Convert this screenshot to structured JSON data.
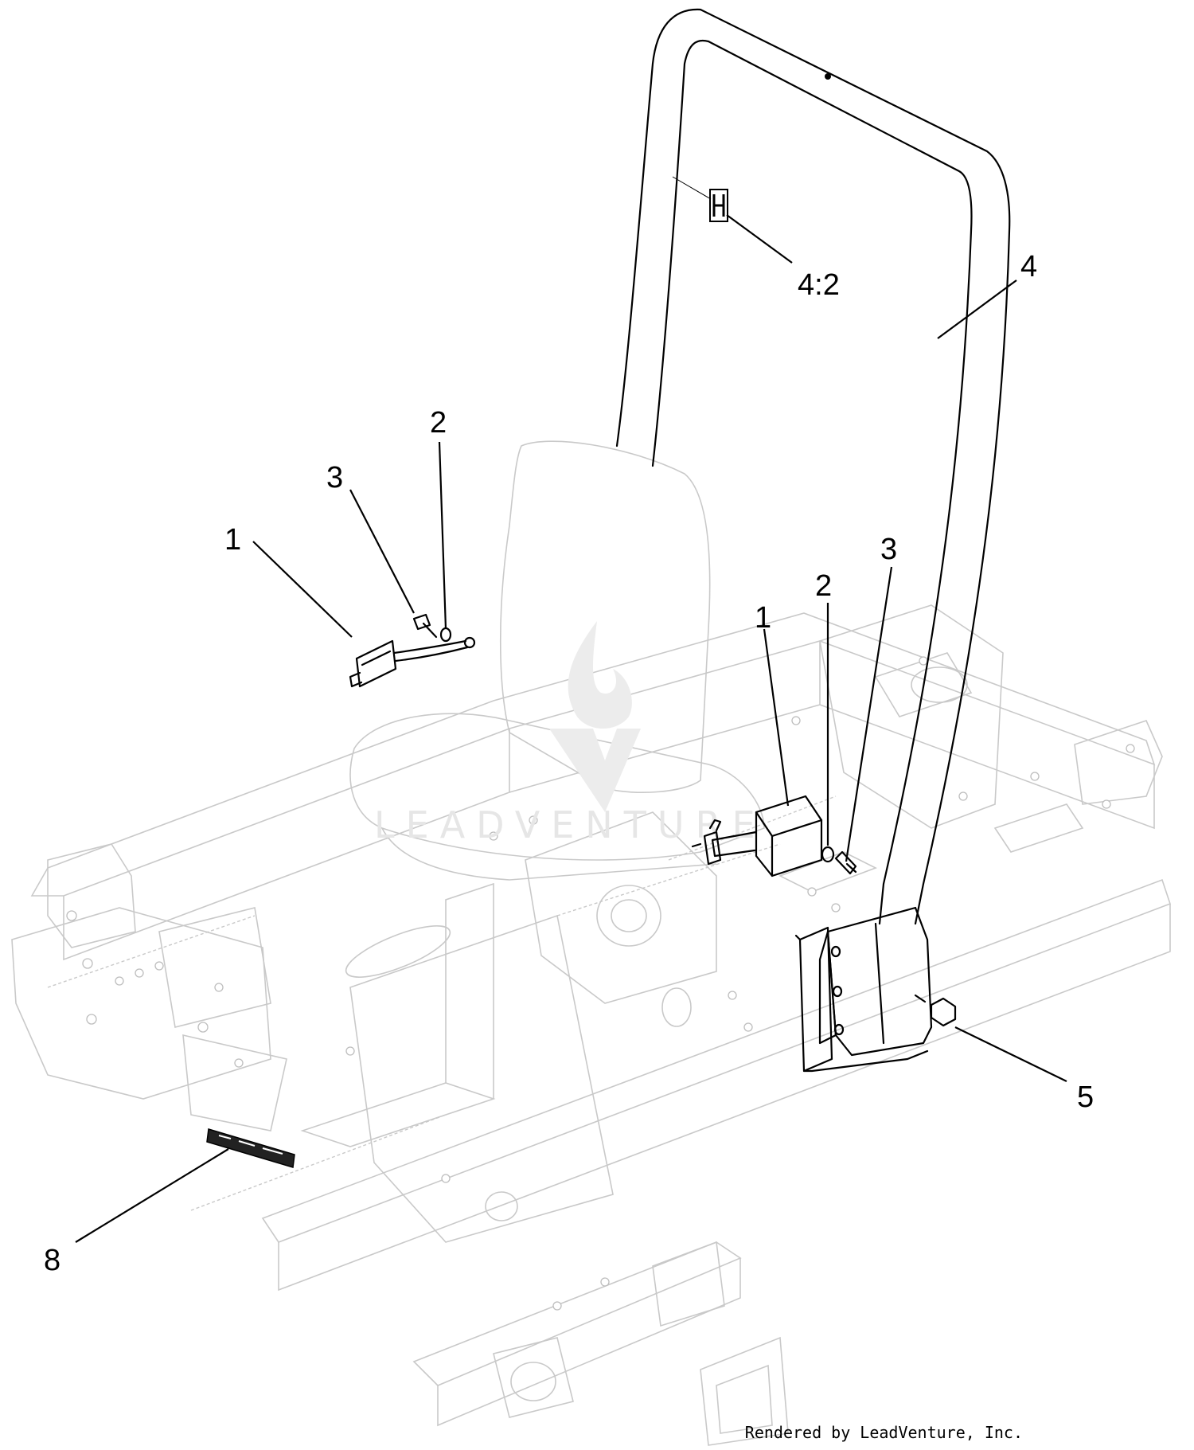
{
  "callouts": {
    "c_4_2": "4:2",
    "c_4": "4",
    "c_2_left": "2",
    "c_3_left": "3",
    "c_1_left": "1",
    "c_1_right": "1",
    "c_2_right": "2",
    "c_3_right": "3",
    "c_5": "5",
    "c_8": "8"
  },
  "watermark": {
    "text": "LEADVENTURE"
  },
  "footer": {
    "credit": "Rendered by LeadVenture, Inc."
  },
  "colors": {
    "ink": "#000000",
    "ghost": "#c9c9c9",
    "watermark": "#e6e6e6"
  }
}
